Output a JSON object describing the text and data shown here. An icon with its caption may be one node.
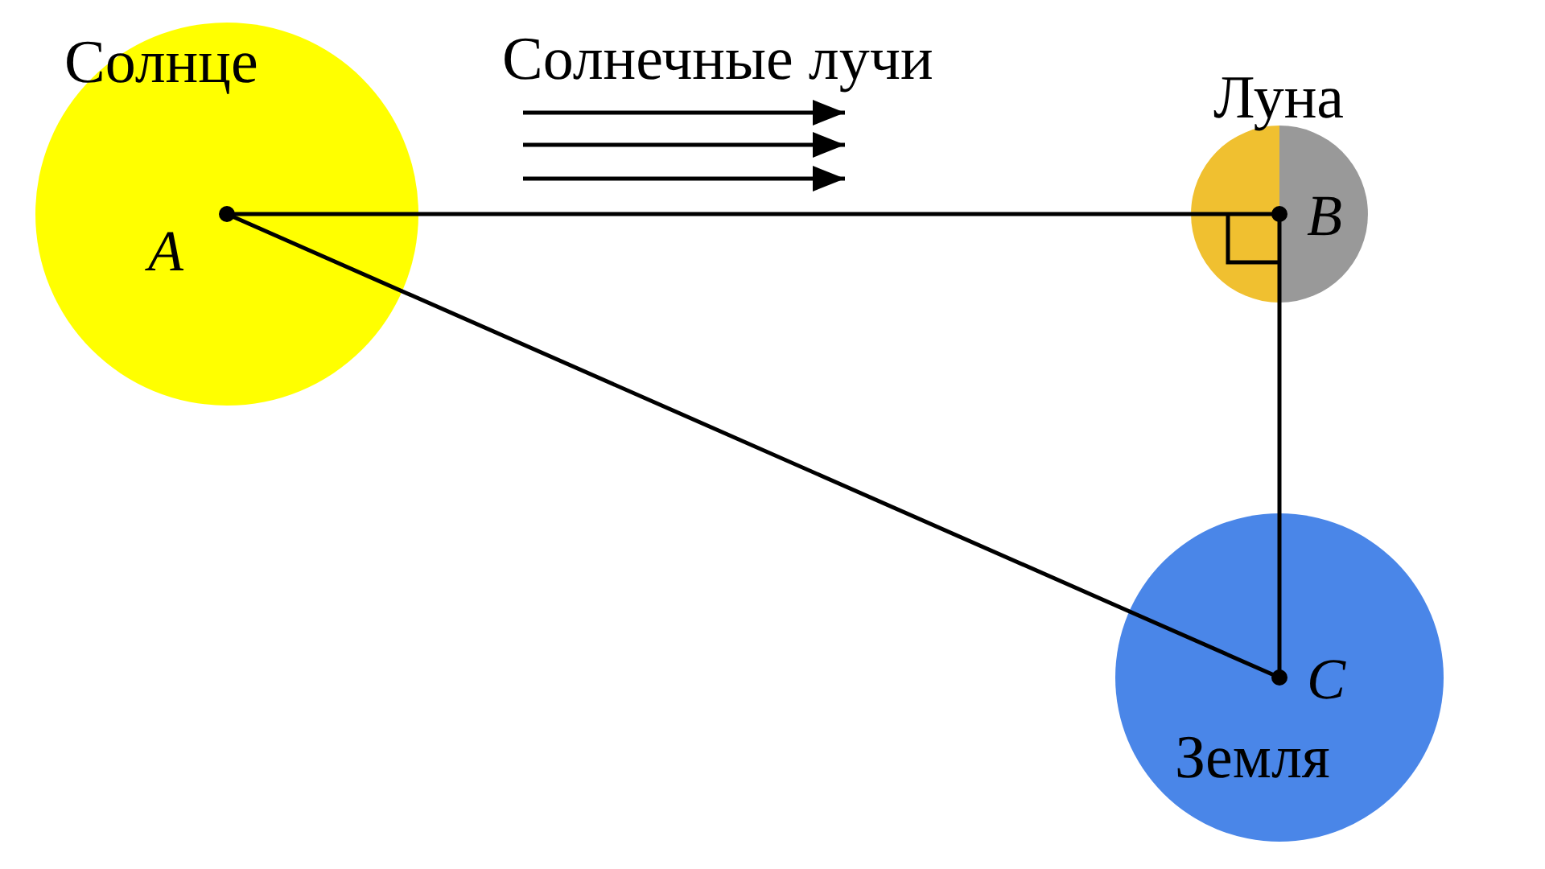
{
  "diagram": {
    "nodes": [
      {
        "text": [
          "Солнце"
        ]
      },
      {
        "text": [
          "A"
        ],
        "in": 0
      },
      {
        "text": [
          "Луна"
        ]
      },
      {
        "text": [
          "B"
        ],
        "in": 2
      },
      {
        "text": [
          "Земля"
        ]
      },
      {
        "text": [
          "C"
        ],
        "in": 4
      }
    ],
    "edges": [
      {
        "from": 1,
        "to": 3,
        "arrow": "none"
      },
      {
        "from": 1,
        "to": 5,
        "arrow": "none"
      },
      {
        "from": 3,
        "to": 5,
        "arrow": "none"
      }
    ],
    "labels": [
      "Солнечные лучи"
    ]
  }
}
